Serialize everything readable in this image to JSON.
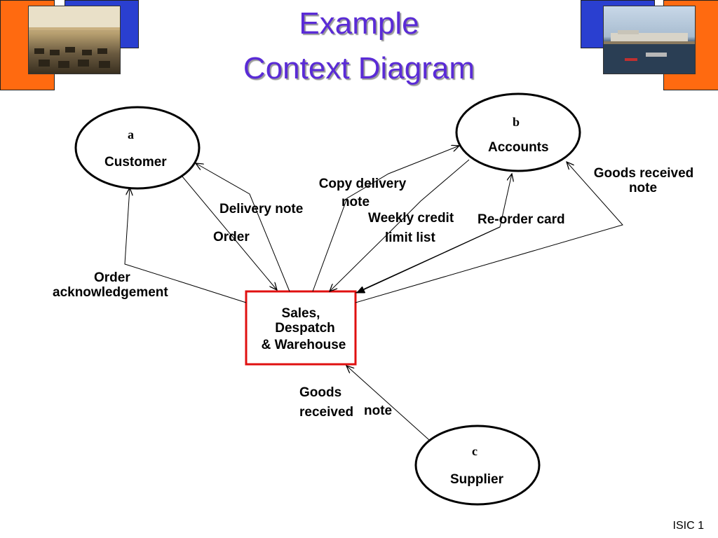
{
  "title": {
    "line1": "Example",
    "line2": "Context Diagram"
  },
  "entities": {
    "customer": {
      "letter": "a",
      "name": "Customer"
    },
    "accounts": {
      "letter": "b",
      "name": "Accounts"
    },
    "supplier": {
      "letter": "c",
      "name": "Supplier"
    }
  },
  "process": {
    "line1": "Sales,",
    "line2": "Despatch",
    "line3": "& Warehouse"
  },
  "flows": {
    "delivery_note": "Delivery note",
    "order": "Order",
    "order_ack_line1": "Order",
    "order_ack_line2": "acknowledgement",
    "copy_delivery_line1": "Copy delivery",
    "copy_delivery_line2": "note",
    "weekly_credit_line1": "Weekly credit",
    "weekly_credit_line2": "limit list",
    "reorder_card": "Re-order card",
    "goods_received_right_line1": "Goods received",
    "goods_received_right_line2": "note",
    "goods_received_bottom_line1": "Goods",
    "goods_received_bottom_line2": "received",
    "goods_received_bottom_line3": "note"
  },
  "footer": "ISIC 1",
  "colors": {
    "title": "#5a2bd6",
    "orange": "#ff6a10",
    "blue": "#2a3fd0",
    "process_border": "#e01010"
  }
}
